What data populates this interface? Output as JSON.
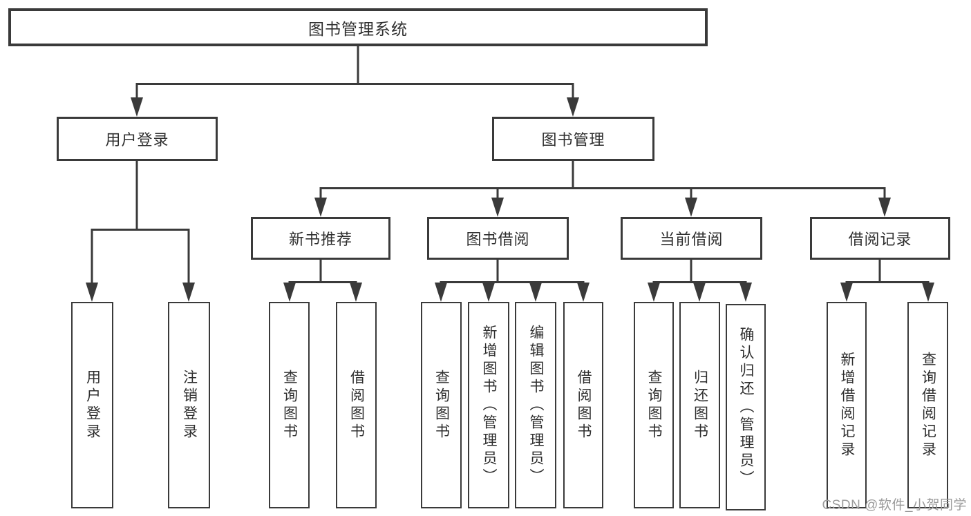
{
  "title": "图书管理系统",
  "watermark": "CSDN @软件_小贺同学",
  "colors": {
    "line": "#3a3a3a",
    "box_background": "#ffffff",
    "text": "#2f2f2f",
    "watermark_text": "#9b9b9b"
  },
  "tree": {
    "root": "图书管理系统",
    "children": [
      {
        "label": "用户登录",
        "children": [
          {
            "label": "用户登录"
          },
          {
            "label": "注销登录"
          }
        ]
      },
      {
        "label": "图书管理",
        "children": [
          {
            "label": "新书推荐",
            "children": [
              {
                "label": "查询图书"
              },
              {
                "label": "借阅图书"
              }
            ]
          },
          {
            "label": "图书借阅",
            "children": [
              {
                "label": "查询图书"
              },
              {
                "label": "新增图书（管理员）"
              },
              {
                "label": "编辑图书（管理员）"
              },
              {
                "label": "借阅图书"
              }
            ]
          },
          {
            "label": "当前借阅",
            "children": [
              {
                "label": "查询图书"
              },
              {
                "label": "归还图书"
              },
              {
                "label": "确认归还（管理员）"
              }
            ]
          },
          {
            "label": "借阅记录",
            "children": [
              {
                "label": "新增借阅记录"
              },
              {
                "label": "查询借阅记录"
              }
            ]
          }
        ]
      }
    ]
  }
}
